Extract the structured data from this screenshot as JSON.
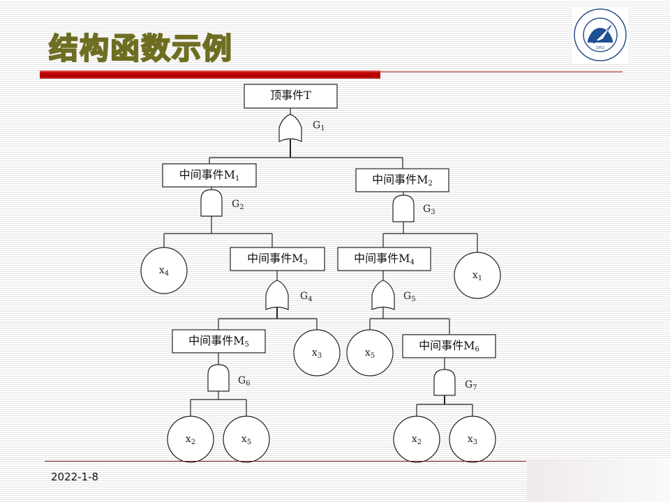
{
  "slide": {
    "title": "结构函数示例",
    "date": "2022-1-8",
    "logo": {
      "icon": "university-emblem-icon",
      "year": "1952"
    },
    "colors": {
      "title_fill": "#f6f1a0",
      "title_stroke": "#6e6e22",
      "accent_bar": "#c00000"
    }
  },
  "fault_tree": {
    "top_event": {
      "label": "顶事件T",
      "gate": "G1",
      "gate_type": "OR"
    },
    "intermediate_events": [
      {
        "id": "M1",
        "label": "中间事件",
        "sub": "1",
        "gate": "G2",
        "gate_type": "AND",
        "children": [
          "x4",
          "M3"
        ]
      },
      {
        "id": "M2",
        "label": "中间事件",
        "sub": "2",
        "gate": "G3",
        "gate_type": "AND",
        "children": [
          "M4",
          "x1"
        ]
      },
      {
        "id": "M3",
        "label": "中间事件",
        "sub": "3",
        "gate": "G4",
        "gate_type": "OR",
        "children": [
          "M5",
          "x3"
        ]
      },
      {
        "id": "M4",
        "label": "中间事件",
        "sub": "4",
        "gate": "G5",
        "gate_type": "OR",
        "children": [
          "x5",
          "M6"
        ]
      },
      {
        "id": "M5",
        "label": "中间事件",
        "sub": "5",
        "gate": "G6",
        "gate_type": "AND",
        "children": [
          "x2",
          "x5"
        ]
      },
      {
        "id": "M6",
        "label": "中间事件",
        "sub": "6",
        "gate": "G7",
        "gate_type": "AND",
        "children": [
          "x2",
          "x3"
        ]
      }
    ],
    "gates": [
      {
        "name": "G",
        "sub": "1"
      },
      {
        "name": "G",
        "sub": "2"
      },
      {
        "name": "G",
        "sub": "3"
      },
      {
        "name": "G",
        "sub": "4"
      },
      {
        "name": "G",
        "sub": "5"
      },
      {
        "name": "G",
        "sub": "6"
      },
      {
        "name": "G",
        "sub": "7"
      }
    ],
    "basic_events": [
      {
        "name": "x",
        "sub": "4"
      },
      {
        "name": "x",
        "sub": "1"
      },
      {
        "name": "x",
        "sub": "3"
      },
      {
        "name": "x",
        "sub": "5"
      },
      {
        "name": "x",
        "sub": "2"
      },
      {
        "name": "x",
        "sub": "5"
      },
      {
        "name": "x",
        "sub": "2"
      },
      {
        "name": "x",
        "sub": "3"
      }
    ]
  }
}
